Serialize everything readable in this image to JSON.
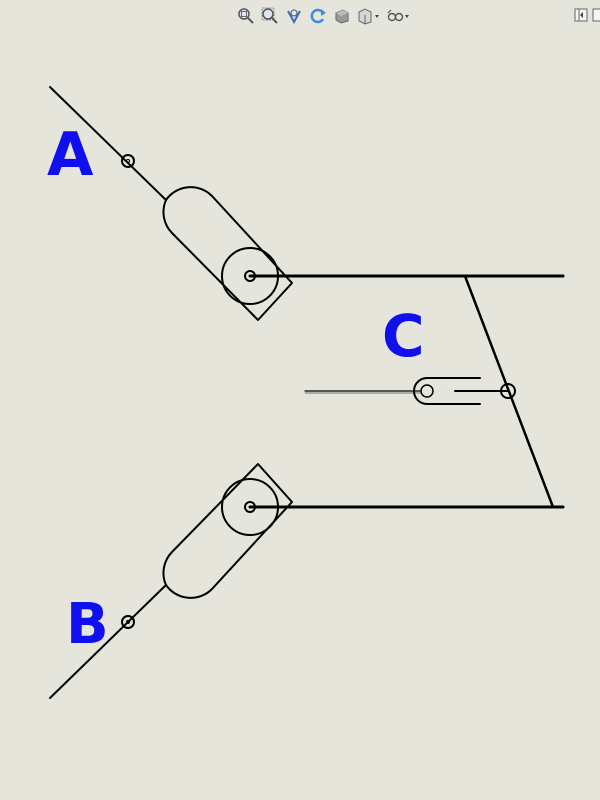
{
  "toolbar": {
    "icons": [
      "zoom-to-fit-icon",
      "zoom-to-area-icon",
      "previous-view-icon",
      "rebuild-icon",
      "section-view-icon",
      "view-orientation-icon",
      "hide-show-items-icon"
    ],
    "right_icons": [
      "view-pane-icon",
      "view-pane-extra-icon"
    ]
  },
  "drawing": {
    "labels": {
      "a": "A",
      "b": "B",
      "c": "C"
    },
    "line_color": "#000000",
    "label_color": "#1010ee",
    "background": "#e6e5dc"
  }
}
